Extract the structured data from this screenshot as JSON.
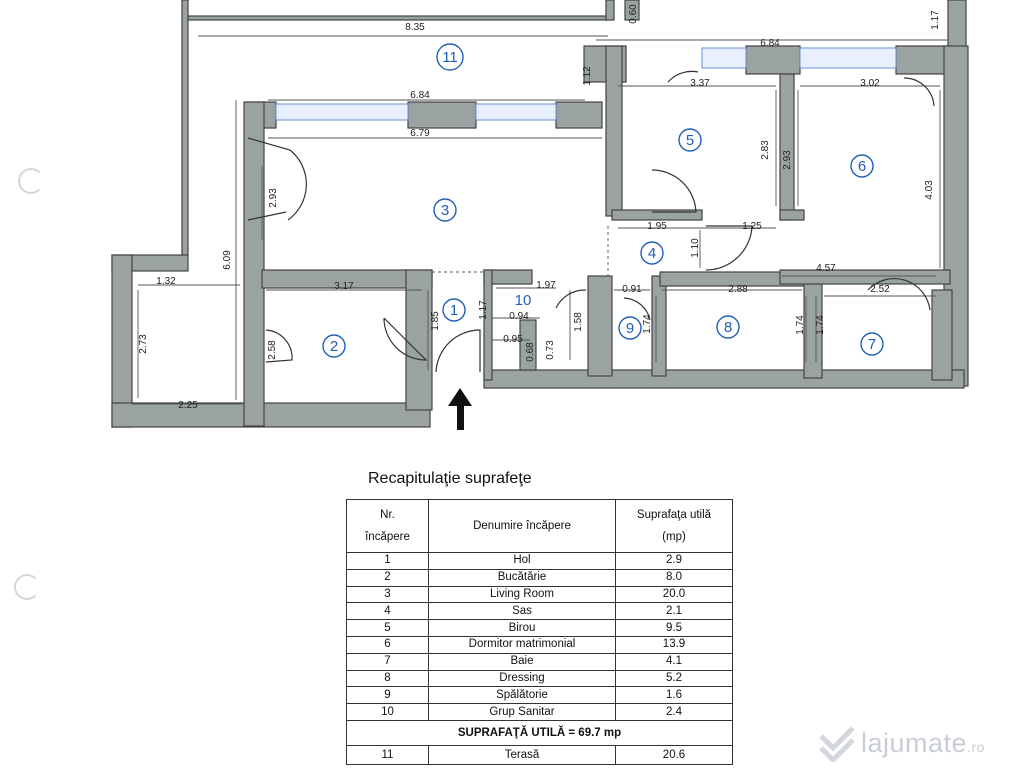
{
  "floor_plan": {
    "rooms": [
      {
        "number": "1"
      },
      {
        "number": "2"
      },
      {
        "number": "3"
      },
      {
        "number": "4"
      },
      {
        "number": "5"
      },
      {
        "number": "6"
      },
      {
        "number": "7"
      },
      {
        "number": "8"
      },
      {
        "number": "9"
      },
      {
        "number": "10"
      },
      {
        "number": "11"
      }
    ],
    "dimensions": [
      "8.35",
      "0.60",
      "1.17",
      "6.84",
      "1.12",
      "3.37",
      "3.02",
      "6.84",
      "6.79",
      "2.83",
      "2.93",
      "4.03",
      "1.95",
      "1.10",
      "1.25",
      "2.93",
      "6.09",
      "1.32",
      "2.73",
      "3.17",
      "2.58",
      "2.25",
      "1.85",
      "1.17",
      "1.97",
      "0.94",
      "0.95",
      "0.68",
      "1.58",
      "0.73",
      "0.91",
      "1.74",
      "2.88",
      "1.74",
      "4.57",
      "2.52",
      "1.74"
    ]
  },
  "summary": {
    "title": "Recapitulaţie suprafeţe",
    "headers": {
      "nr_line1": "Nr.",
      "nr_line2": "încăpere",
      "name": "Denumire încăpere",
      "area_line1": "Suprafaţa utilă",
      "area_line2": "(mp)"
    },
    "rows": [
      {
        "nr": "1",
        "name": "Hol",
        "area": "2.9"
      },
      {
        "nr": "2",
        "name": "Bucătărie",
        "area": "8.0"
      },
      {
        "nr": "3",
        "name": "Living Room",
        "area": "20.0"
      },
      {
        "nr": "4",
        "name": "Sas",
        "area": "2.1"
      },
      {
        "nr": "5",
        "name": "Birou",
        "area": "9.5"
      },
      {
        "nr": "6",
        "name": "Dormitor matrimonial",
        "area": "13.9"
      },
      {
        "nr": "7",
        "name": "Baie",
        "area": "4.1"
      },
      {
        "nr": "8",
        "name": "Dressing",
        "area": "5.2"
      },
      {
        "nr": "9",
        "name": "Spălătorie",
        "area": "1.6"
      },
      {
        "nr": "10",
        "name": "Grup Sanitar",
        "area": "2.4"
      }
    ],
    "total": "SUPRAFAŢĂ UTILĂ = 69.7 mp",
    "extra_row": {
      "nr": "11",
      "name": "Terasă",
      "area": "20.6"
    }
  },
  "watermark": {
    "text": "lajumate",
    "suffix": ".ro"
  },
  "colors": {
    "room_labels": "#1f5fb8",
    "walls": "#9aa2a2"
  }
}
